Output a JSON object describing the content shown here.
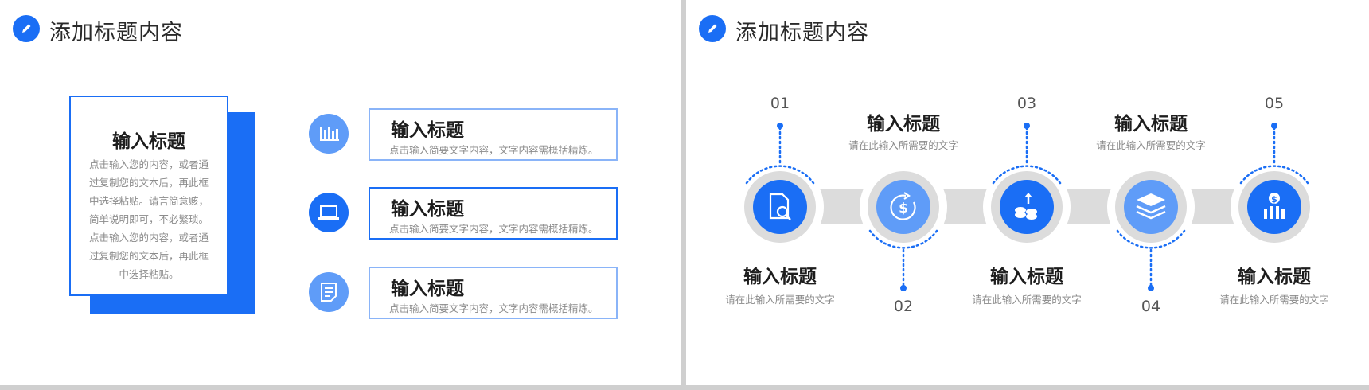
{
  "left_slide": {
    "title": "添加标题内容",
    "main_card": {
      "title": "输入标题",
      "body": "点击输入您的内容，或者通过复制您的文本后，再此框中选择粘贴。请言简意赅，简单说明即可，不必繁琐。点击输入您的内容，或者通过复制您的文本后，再此框中选择粘贴。"
    },
    "items": [
      {
        "title": "输入标题",
        "desc": "点击输入简要文字内容，文字内容需概括精炼。",
        "icon": "bar-chart-icon"
      },
      {
        "title": "输入标题",
        "desc": "点击输入简要文字内容，文字内容需概括精炼。",
        "icon": "laptop-icon"
      },
      {
        "title": "输入标题",
        "desc": "点击输入简要文字内容，文字内容需概括精炼。",
        "icon": "note-icon"
      }
    ]
  },
  "right_slide": {
    "title": "添加标题内容",
    "steps": [
      {
        "num": "01",
        "title": "输入标题",
        "desc": "请在此输入所需要的文字",
        "icon": "document-search-icon"
      },
      {
        "num": "02",
        "title": "输入标题",
        "desc": "请在此输入所需要的文字",
        "icon": "dollar-cycle-icon"
      },
      {
        "num": "03",
        "title": "输入标题",
        "desc": "请在此输入所需要的文字",
        "icon": "coins-up-icon"
      },
      {
        "num": "04",
        "title": "输入标题",
        "desc": "请在此输入所需要的文字",
        "icon": "layers-icon"
      },
      {
        "num": "05",
        "title": "输入标题",
        "desc": "请在此输入所需要的文字",
        "icon": "money-chart-icon"
      }
    ]
  },
  "colors": {
    "accent": "#1a6ef5",
    "accent_light": "#5f9cf8",
    "track": "#dcdcdc",
    "gap": "#cfcfcf"
  }
}
